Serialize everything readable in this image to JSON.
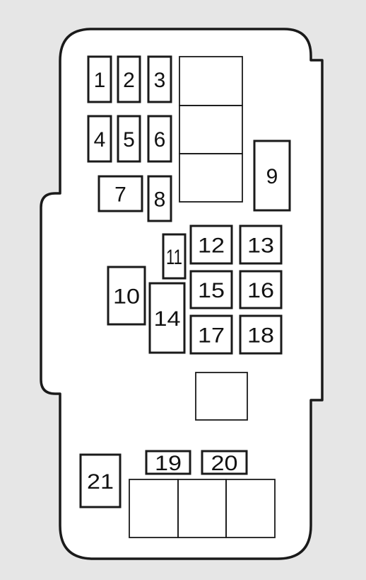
{
  "colors": {
    "page_background": "#e6e6e6",
    "panel_fill": "#ffffff",
    "stroke": "#1a1a1a",
    "label": "#111111"
  },
  "fuses": [
    {
      "id": "fuse-1",
      "label": "1"
    },
    {
      "id": "fuse-2",
      "label": "2"
    },
    {
      "id": "fuse-3",
      "label": "3"
    },
    {
      "id": "fuse-4",
      "label": "4"
    },
    {
      "id": "fuse-5",
      "label": "5"
    },
    {
      "id": "fuse-6",
      "label": "6"
    },
    {
      "id": "fuse-7",
      "label": "7"
    },
    {
      "id": "fuse-8",
      "label": "8"
    },
    {
      "id": "fuse-9",
      "label": "9"
    },
    {
      "id": "fuse-10",
      "label": "10"
    },
    {
      "id": "fuse-11",
      "label": "11"
    },
    {
      "id": "fuse-12",
      "label": "12"
    },
    {
      "id": "fuse-13",
      "label": "13"
    },
    {
      "id": "fuse-14",
      "label": "14"
    },
    {
      "id": "fuse-15",
      "label": "15"
    },
    {
      "id": "fuse-16",
      "label": "16"
    },
    {
      "id": "fuse-17",
      "label": "17"
    },
    {
      "id": "fuse-18",
      "label": "18"
    },
    {
      "id": "fuse-19",
      "label": "19"
    },
    {
      "id": "fuse-20",
      "label": "20"
    },
    {
      "id": "fuse-21",
      "label": "21"
    }
  ]
}
